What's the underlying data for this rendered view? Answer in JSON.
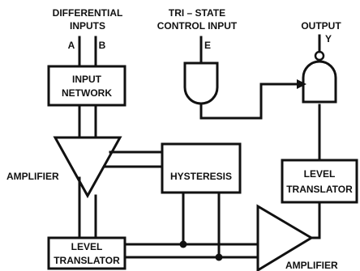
{
  "labels": {
    "differential_inputs": [
      "DIFFERENTIAL",
      "INPUTS"
    ],
    "input_a": "A",
    "input_b": "B",
    "tristate": [
      "TRI – STATE",
      "CONTROL INPUT"
    ],
    "input_e": "E",
    "output": "OUTPUT",
    "output_y": "Y",
    "input_network": [
      "INPUT",
      "NETWORK"
    ],
    "hysteresis": "HYSTERESIS",
    "amplifier_left": "AMPLIFIER",
    "level_translator_left": [
      "LEVEL",
      "TRANSLATOR"
    ],
    "level_translator_right": [
      "LEVEL",
      "TRANSLATOR"
    ],
    "amplifier_bottom": "AMPLIFIER"
  }
}
